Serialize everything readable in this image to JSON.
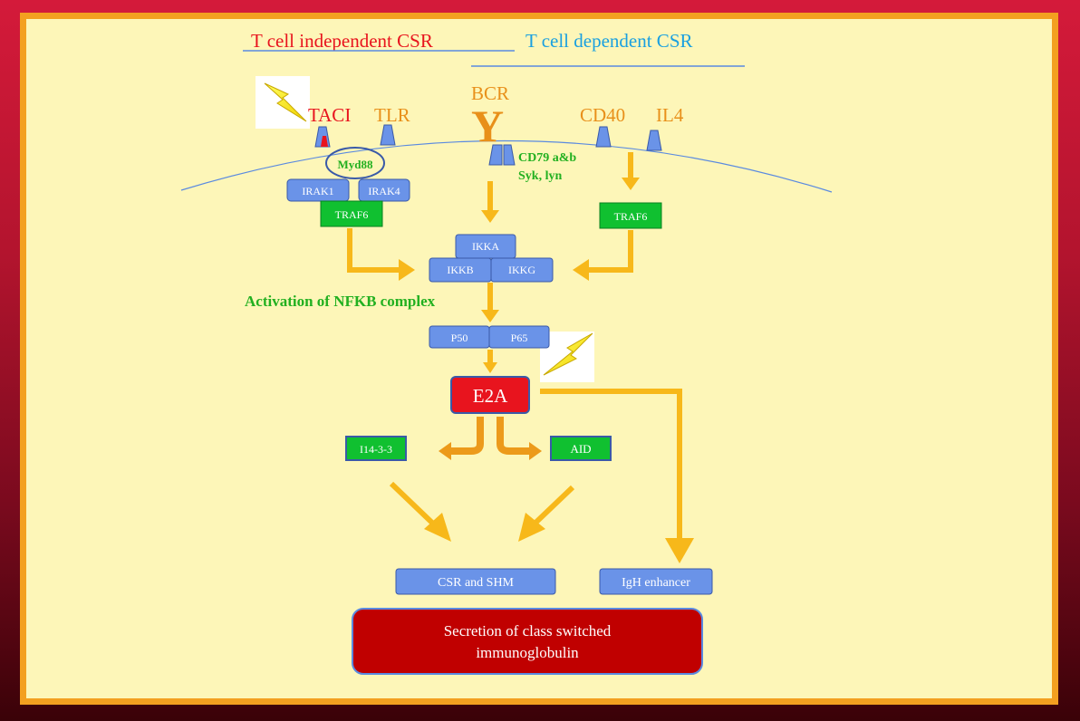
{
  "headers": {
    "independent": "T cell independent CSR",
    "dependent": "T cell dependent CSR"
  },
  "receptors": {
    "taci": "TACI",
    "tlr": "TLR",
    "bcr": "BCR",
    "bcr_symbol": "Y",
    "cd40": "CD40",
    "il4": "IL4"
  },
  "adaptors": {
    "myd88": "Myd88",
    "cd79_line1": "CD79 a&b",
    "cd79_line2": "Syk, lyn"
  },
  "boxes": {
    "irak1": "IRAK1",
    "irak4": "IRAK4",
    "traf6_left": "TRAF6",
    "traf6_right": "TRAF6",
    "ikka": "IKKA",
    "ikkb": "IKKB",
    "ikkg": "IKKG",
    "p50": "P50",
    "p65": "P65",
    "e2a": "E2A",
    "i1433": "I14-3-3",
    "aid": "AID",
    "csr_shm": "CSR and SHM",
    "igh": "IgH enhancer",
    "secretion_line1": "Secretion of class switched",
    "secretion_line2": "immunoglobulin"
  },
  "labels": {
    "nfkb": "Activation of NFKB complex"
  },
  "colors": {
    "red_text": "#e8141e",
    "blue_text": "#1aa0e0",
    "orange_text": "#e8901a",
    "green_text": "#22b020",
    "blue_box": "#6a93e8",
    "green_box": "#10c030",
    "arrow": "#f7b81a"
  }
}
